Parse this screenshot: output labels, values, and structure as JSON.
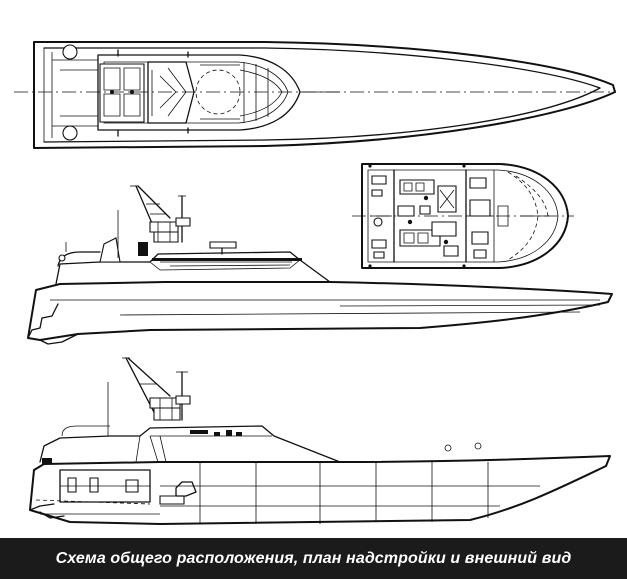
{
  "caption": {
    "text": "Схема общего расположения, план надстройки и внешний вид"
  },
  "figure": {
    "views": [
      "top-plan-view",
      "superstructure-deck-plan",
      "side-elevation-inboard-profile",
      "side-elevation-outboard-profile"
    ]
  }
}
